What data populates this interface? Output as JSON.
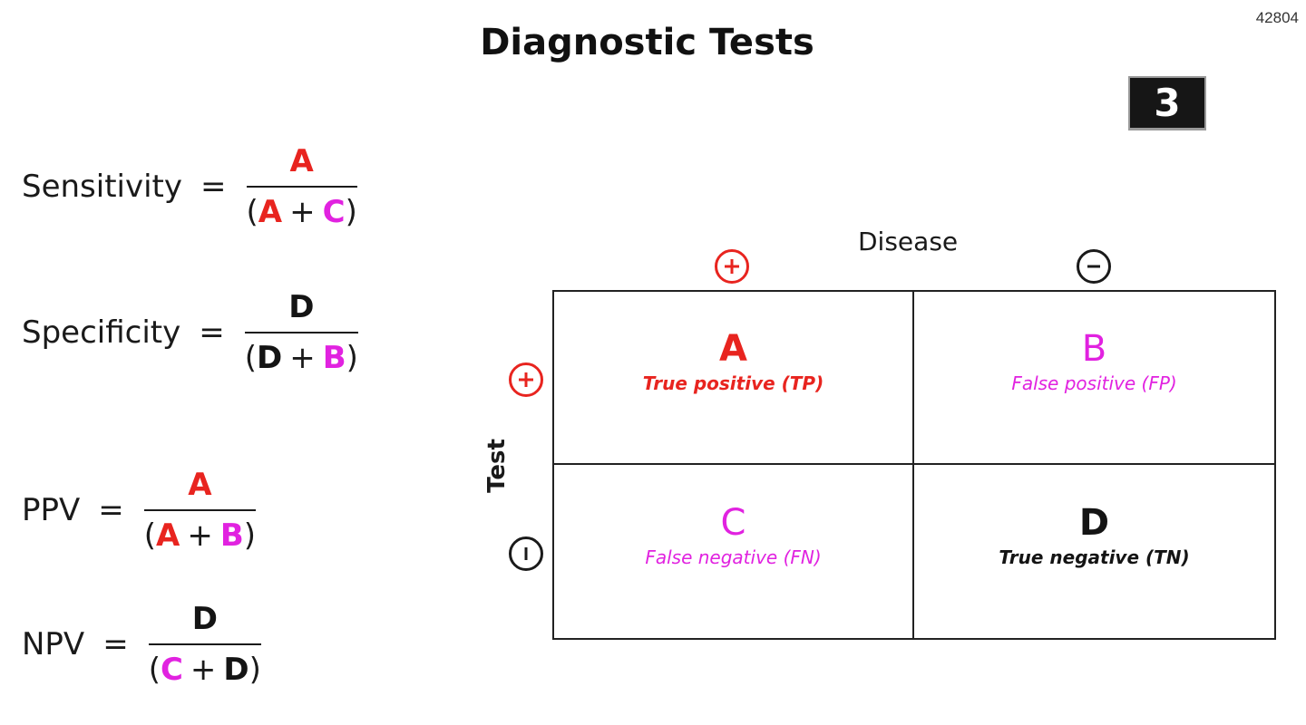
{
  "corner_id": "42804",
  "title": "Diagnostic Tests",
  "slide_number": "3",
  "colors": {
    "a": "#e8241f",
    "b": "#e122e0",
    "c": "#e122e0",
    "d": "#141414"
  },
  "formulas": [
    {
      "name": "Sensitivity",
      "eq": "=",
      "numerator": "A",
      "den_open": "(",
      "den_first": "A",
      "den_plus": "+",
      "den_second": "C",
      "den_close": ")"
    },
    {
      "name": "Specificity",
      "eq": "=",
      "numerator": "D",
      "den_open": "(",
      "den_first": "D",
      "den_plus": "+",
      "den_second": "B",
      "den_close": ")"
    },
    {
      "name": "PPV",
      "eq": "=",
      "numerator": "A",
      "den_open": "(",
      "den_first": "A",
      "den_plus": "+",
      "den_second": "B",
      "den_close": ")"
    },
    {
      "name": "NPV",
      "eq": "=",
      "numerator": "D",
      "den_open": "(",
      "den_first": "C",
      "den_plus": "+",
      "den_second": "D",
      "den_close": ")"
    }
  ],
  "matrix": {
    "column_axis": "Disease",
    "row_axis": "Test",
    "column_signs": [
      "plus-circle-icon",
      "minus-circle-icon"
    ],
    "row_signs": [
      "plus-circle-icon",
      "minus-circle-icon"
    ],
    "cells": [
      {
        "letter": "A",
        "label": "True positive (TP)"
      },
      {
        "letter": "B",
        "label": "False positive (FP)"
      },
      {
        "letter": "C",
        "label": "False negative (FN)"
      },
      {
        "letter": "D",
        "label": "True negative (TN)"
      }
    ]
  }
}
